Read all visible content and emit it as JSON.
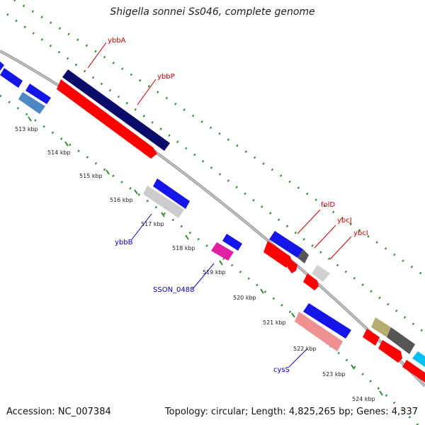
{
  "title": "Shigella sonnei Ss046, complete genome",
  "footer": {
    "accession": "Accession: NC_007384",
    "summary": "Topology: circular; Length: 4,825,265 bp; Genes: 4,337"
  },
  "ticks": [
    "513 kbp",
    "514 kbp",
    "515 kbp",
    "516 kbp",
    "517 kbp",
    "518 kbp",
    "519 kbp",
    "520 kbp",
    "521 kbp",
    "522 kbp",
    "523 kbp",
    "524 kbp"
  ],
  "labels": {
    "ybbA": "ybbA",
    "ybbP": "ybbP",
    "ybbB": "ybbB",
    "sson": "SSON_0488",
    "folD": "folD",
    "ybcJ": "ybcJ",
    "ybcI": "ybcI",
    "cysS": "cysS"
  },
  "colors": {
    "label_forward": "#cc0000",
    "label_reverse": "#0000cc",
    "grid_dots": "#2e8b2e",
    "backbone": "#888888"
  }
}
